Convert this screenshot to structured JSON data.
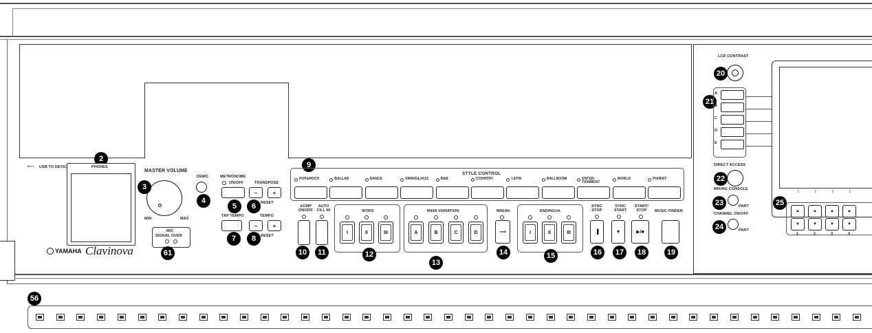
{
  "callouts": {
    "n2": "2",
    "n3": "3",
    "n4": "4",
    "n5": "5",
    "n6": "6",
    "n7": "7",
    "n8": "8",
    "n9": "9",
    "n10": "10",
    "n11": "11",
    "n12": "12",
    "n13": "13",
    "n14": "14",
    "n15": "15",
    "n16": "16",
    "n17": "17",
    "n18": "18",
    "n19": "19",
    "n20": "20",
    "n21": "21",
    "n22": "22",
    "n23": "23",
    "n24": "24",
    "n25": "25",
    "n56": "56",
    "n61": "61"
  },
  "labels": {
    "usb_to_device": "USB TO DEVICE",
    "phones": "PHONES",
    "master_volume": "MASTER VOLUME",
    "min": "MIN",
    "max": "MAX",
    "demo": "DEMO",
    "metronome": "METRONOME",
    "on_off": "ON/OFF",
    "transpose": "TRANSPOSE",
    "reset1": "RESET",
    "tap_tempo": "TAP TEMPO",
    "tempo": "TEMPO",
    "reset2": "RESET",
    "minus": "−",
    "plus": "+",
    "mic": "MIC",
    "signal_over": "SIGNAL OVER",
    "yamaha": "YAMAHA",
    "clavinova": "Clavinova",
    "style_control": "STYLE CONTROL",
    "acmp": "ACMP\nON/OFF",
    "auto_fill": "AUTO\nFILL IN",
    "intro": "INTRO",
    "main_variation": "MAIN VARIATION",
    "break": "BREAK",
    "ending": "ENDING/rit.",
    "sync_stop": "SYNC\nSTOP",
    "sync_start": "SYNC\nSTART",
    "start_stop": "START/\nSTOP",
    "music_finder": "MUSIC FINDER",
    "lcd_contrast": "LCD CONTRAST",
    "direct_access": "DIRECT ACCESS",
    "mixing_console": "MIXING CONSOLE",
    "part": "PART",
    "channel_onoff": "CHANNEL ON/OFF",
    "part2": "PART"
  },
  "style_buttons": [
    "POP&ROCK",
    "BALLAD",
    "DANCE",
    "SWING&JAZZ",
    "R&B",
    "COUNTRY",
    "LATIN",
    "BALLROOM",
    "ENTER-\nTAINMENT",
    "WORLD",
    "PIANIST"
  ],
  "intro_buttons": [
    "I",
    "II",
    "III"
  ],
  "main_buttons": [
    "A",
    "B",
    "C",
    "D"
  ],
  "ending_buttons": [
    "I",
    "II",
    "III"
  ],
  "side_letters": [
    "A",
    "B",
    "C",
    "D",
    "E"
  ],
  "tab_numbers": [
    "1",
    "2",
    "3",
    "4"
  ]
}
